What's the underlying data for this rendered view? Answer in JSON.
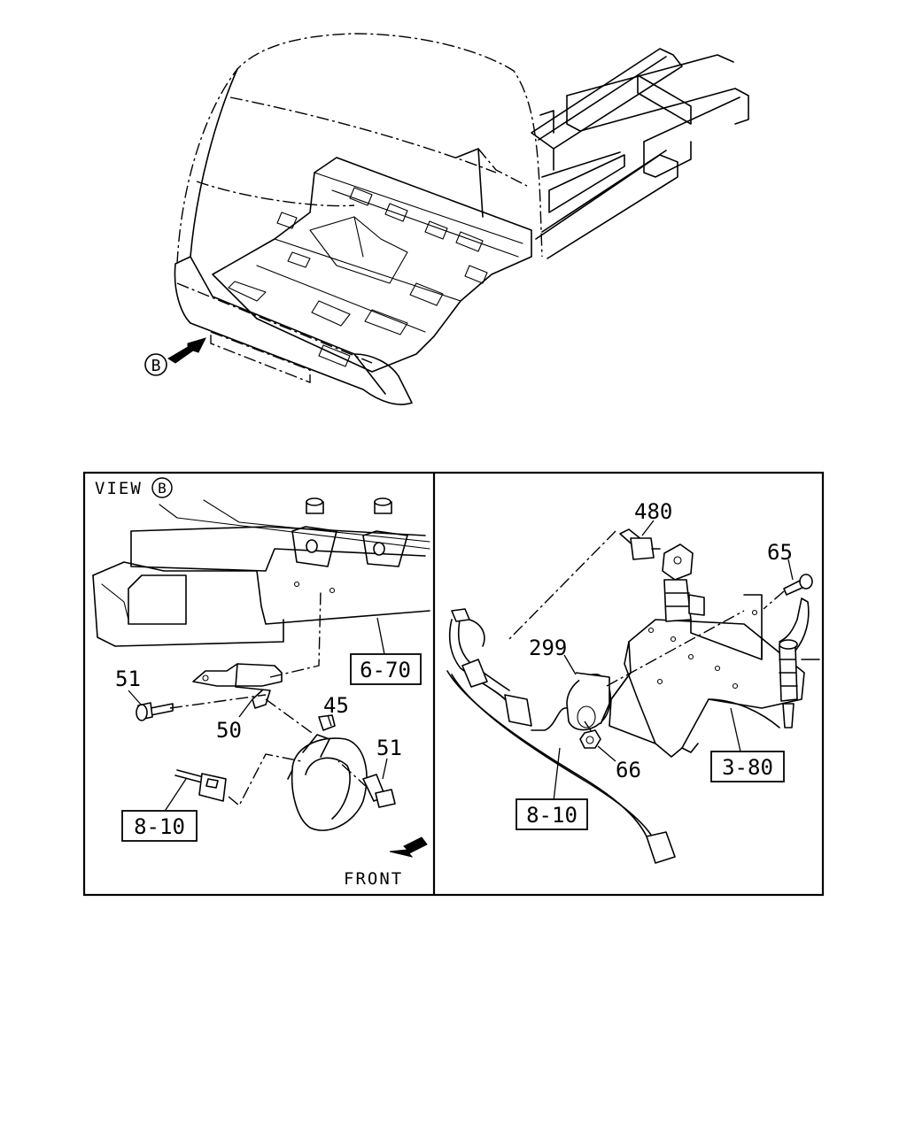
{
  "view_marker": "B",
  "view_label": "VIEW",
  "front_label": "FRONT",
  "left_panel": {
    "callouts": [
      "51",
      "50",
      "45",
      "51"
    ],
    "ref_boxes": [
      "6-70",
      "8-10"
    ]
  },
  "right_panel": {
    "callouts": [
      "480",
      "65",
      "299",
      "66"
    ],
    "ref_boxes": [
      "3-80",
      "8-10"
    ]
  },
  "icons": [
    "view-arrow-icon",
    "front-arrow-icon",
    "circled-b-icon"
  ]
}
